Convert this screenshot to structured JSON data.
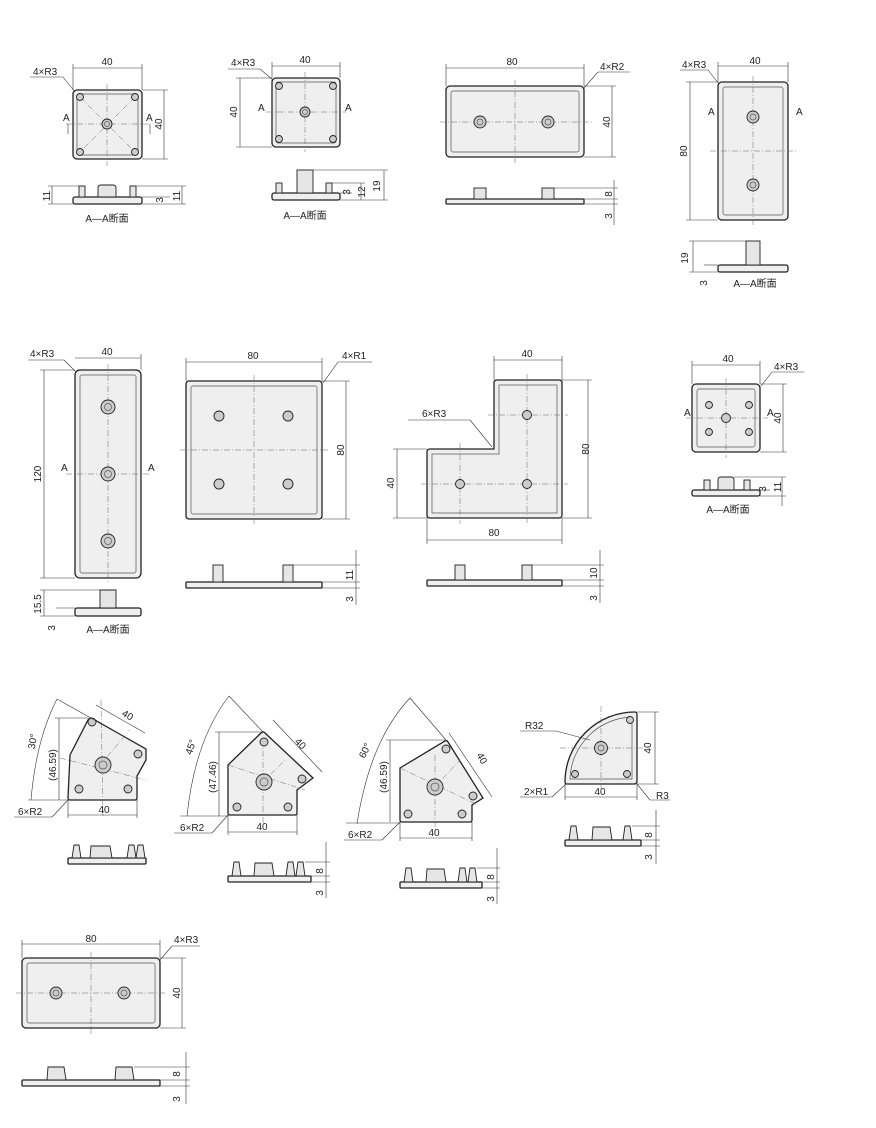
{
  "d1": {
    "width": "40",
    "corner": "4×R3",
    "height": "40",
    "sec_a": "A",
    "sec_b": "A",
    "h_total_left": "11",
    "h_plate": "3",
    "h_total": "11",
    "section": "A—A断面"
  },
  "d2": {
    "width": "40",
    "corner": "4×R3",
    "height": "40",
    "sec_a": "A",
    "sec_b": "A",
    "h_plate": "3",
    "h_boss": "12",
    "h_total": "19",
    "section": "A—A断面"
  },
  "d3": {
    "width": "80",
    "corner": "4×R2",
    "height": "40",
    "h_boss": "8",
    "h_plate": "3"
  },
  "d4": {
    "width": "40",
    "corner": "4×R3",
    "height": "80",
    "sec_a": "A",
    "sec_b": "A",
    "h_total": "19",
    "h_plate": "3",
    "section": "A—A断面"
  },
  "d5": {
    "width": "40",
    "corner": "4×R3",
    "height": "120",
    "sec_a": "A",
    "sec_b": "A",
    "h_total": "15.5",
    "h_plate": "3",
    "section": "A—A断面"
  },
  "d6": {
    "width": "80",
    "corner": "4×R1",
    "height": "80",
    "h_boss": "11",
    "h_plate": "3"
  },
  "d7": {
    "width_top": "40",
    "corner": "6×R3",
    "height": "80",
    "height_left": "40",
    "width": "80",
    "h_boss": "10",
    "h_plate": "3"
  },
  "d8": {
    "width": "40",
    "corner": "4×R3",
    "height": "40",
    "sec_a": "A",
    "sec_b": "A",
    "h_plate": "3",
    "h_total": "11",
    "section": "A—A断面"
  },
  "d9": {
    "side": "40",
    "angle": "30°",
    "height": "(46.59)",
    "corner": "6×R2",
    "width": "40"
  },
  "d10": {
    "side": "40",
    "angle": "45°",
    "height": "(47.46)",
    "corner": "6×R2",
    "width": "40",
    "h_boss": "8",
    "h_plate": "3"
  },
  "d11": {
    "side": "40",
    "angle": "60°",
    "height": "(46.59)",
    "corner": "6×R2",
    "width": "40",
    "h_boss": "8",
    "h_plate": "3"
  },
  "d12": {
    "radius": "R32",
    "height": "40",
    "corner": "2×R1",
    "width": "40",
    "corner_outer": "R3",
    "h_boss": "8",
    "h_plate": "3"
  },
  "d13": {
    "width": "80",
    "corner": "4×R3",
    "height": "40",
    "h_boss": "8",
    "h_plate": "3"
  }
}
